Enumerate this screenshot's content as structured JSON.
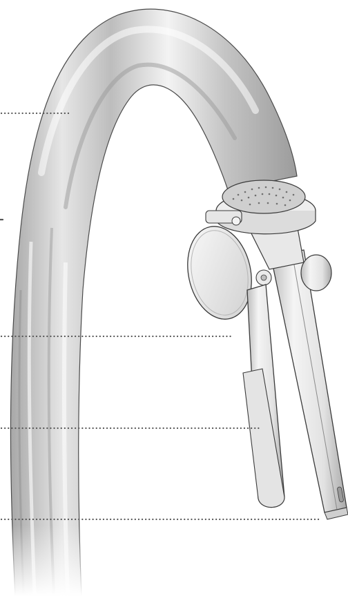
{
  "figure": {
    "background": "#ffffff",
    "colors": {
      "water_light": "#f2f2f2",
      "water_mid": "#c9c9c9",
      "water_dark": "#8a8a8a",
      "metal_light": "#f7f7f7",
      "metal_mid": "#d6d6d6",
      "metal_dark": "#9a9a9a",
      "outline": "#3a3a3a",
      "leader_line": "#555555"
    },
    "leader_lines": [
      {
        "id": "leader-1",
        "style": "dotted"
      },
      {
        "id": "leader-2",
        "style": "tick"
      },
      {
        "id": "leader-3",
        "style": "dotted"
      },
      {
        "id": "leader-4",
        "style": "dotted"
      },
      {
        "id": "leader-5",
        "style": "dotted"
      }
    ]
  }
}
